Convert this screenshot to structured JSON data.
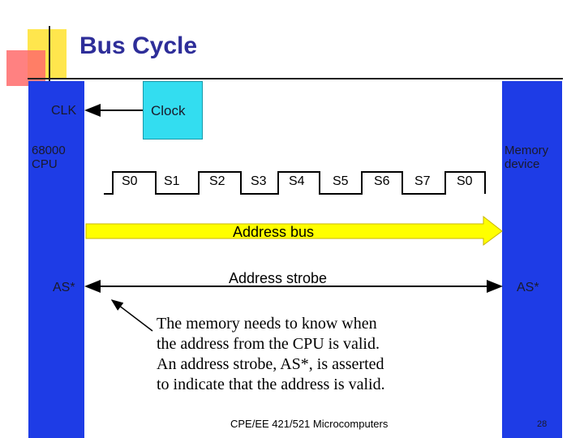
{
  "title": "Bus Cycle",
  "cpu": {
    "clk": "CLK",
    "name_line1": "68000",
    "name_line2": "CPU",
    "strobe": "AS*"
  },
  "memory": {
    "name_line1": "Memory",
    "name_line2": "device",
    "strobe": "AS*"
  },
  "clock_label": "Clock",
  "states": [
    "S0",
    "S1",
    "S2",
    "S3",
    "S4",
    "S5",
    "S6",
    "S7",
    "S0"
  ],
  "address_bus_label": "Address bus",
  "address_strobe_label": "Address strobe",
  "note": {
    "line1": "The memory needs to know when",
    "line2": "the address from the CPU is valid.",
    "line3": "An address strobe, AS*, is asserted",
    "line4": "to indicate that the address is valid."
  },
  "footer": "CPE/EE 421/521 Microcomputers",
  "page_number": "28",
  "colors": {
    "block": "#1e3ce6",
    "clock": "#33ddf0",
    "address_bus": "#ffff00",
    "title": "#2e2e99"
  }
}
